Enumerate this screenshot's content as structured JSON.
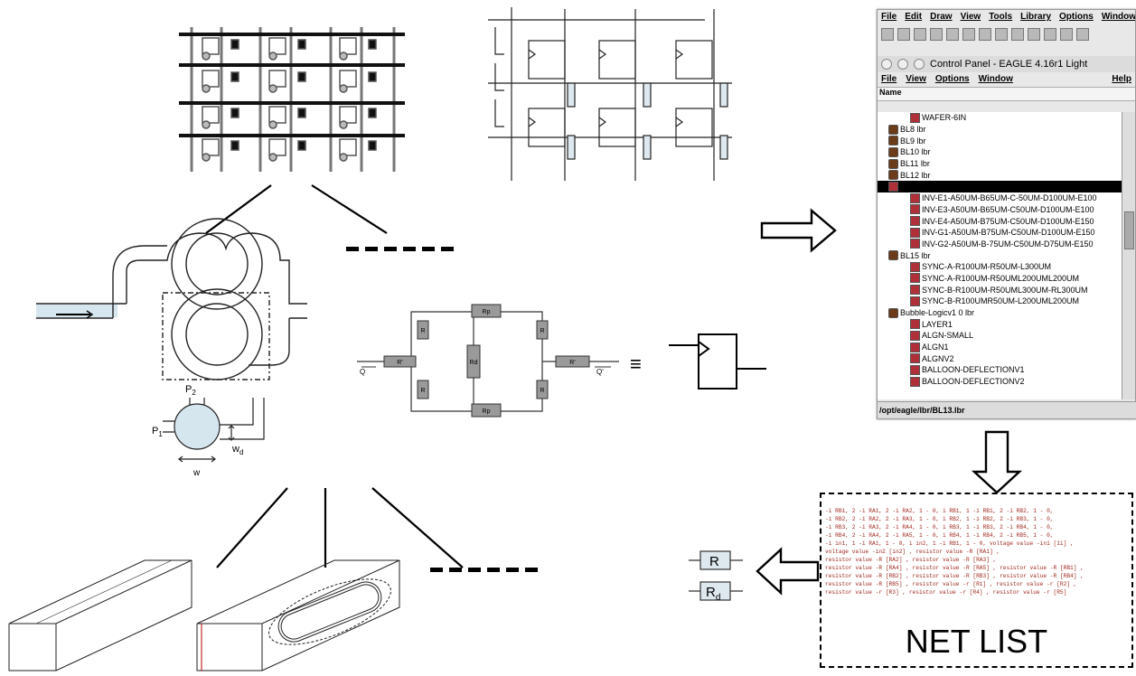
{
  "eagle": {
    "menu": [
      "File",
      "Edit",
      "Draw",
      "View",
      "Tools",
      "Library",
      "Options",
      "Window"
    ],
    "window_title": "Control Panel - EAGLE 4.16r1 Light",
    "panel_menu": [
      "File",
      "View",
      "Options",
      "Window"
    ],
    "help_label": "Help",
    "column_header": "Name",
    "tree": [
      {
        "label": "WAFER-6IN",
        "indent": 3,
        "type": "dev"
      },
      {
        "label": "BL8 lbr",
        "indent": 1,
        "type": "lib"
      },
      {
        "label": "BL9 lbr",
        "indent": 1,
        "type": "lib"
      },
      {
        "label": "BL10 lbr",
        "indent": 1,
        "type": "lib"
      },
      {
        "label": "BL11 lbr",
        "indent": 1,
        "type": "lib"
      },
      {
        "label": "BL12 lbr",
        "indent": 1,
        "type": "lib"
      },
      {
        "label": "",
        "indent": 1,
        "type": "sel"
      },
      {
        "label": "INV-E1-A50UM-B65UM-C-50UM-D100UM-E100",
        "indent": 3,
        "type": "dev"
      },
      {
        "label": "INV-E3-A50UM-B65UM-C50UM-D100UM-E100",
        "indent": 3,
        "type": "dev"
      },
      {
        "label": "INV-E4-A50UM-B75UM-C50UM-D100UM-E150",
        "indent": 3,
        "type": "dev"
      },
      {
        "label": "INV-G1-A50UM-B75UM-C50UM-D100UM-E150",
        "indent": 3,
        "type": "dev"
      },
      {
        "label": "INV-G2-A50UM-B-75UM-C50UM-D75UM-E150",
        "indent": 3,
        "type": "dev"
      },
      {
        "label": "BL15 lbr",
        "indent": 1,
        "type": "lib"
      },
      {
        "label": "SYNC-A-R100UM-R50UM-L300UM",
        "indent": 3,
        "type": "dev"
      },
      {
        "label": "SYNC-A-R100UM-R50UML200UML200UM",
        "indent": 3,
        "type": "dev"
      },
      {
        "label": "SYNC-B-R100UM-R50UML300UM-RL300UM",
        "indent": 3,
        "type": "dev"
      },
      {
        "label": "SYNC-B-R100UMR50UM-L200UML200UM",
        "indent": 3,
        "type": "dev"
      },
      {
        "label": "Bubble-Logicv1 0 lbr",
        "indent": 1,
        "type": "lib"
      },
      {
        "label": "LAYER1",
        "indent": 3,
        "type": "dev"
      },
      {
        "label": "ALGN-SMALL",
        "indent": 3,
        "type": "dev"
      },
      {
        "label": "ALGN1",
        "indent": 3,
        "type": "dev"
      },
      {
        "label": "ALGNV2",
        "indent": 3,
        "type": "dev"
      },
      {
        "label": "BALLOON-DEFLECTIONV1",
        "indent": 3,
        "type": "dev"
      },
      {
        "label": "BALLOON-DEFLECTIONV2",
        "indent": 3,
        "type": "dev"
      }
    ],
    "status_path": "/opt/eagle/lbr/BL13.lbr"
  },
  "netlist": {
    "title": "NET LIST",
    "lines": [
      "-i RB1, 2 -i RA1, 2 -i RA2, 1 - 0, i RB1, 1 -i RB1, 2 -i RB2, 1 - 0,",
      "-i RB2, 2 -i RA2, 2 -i RA3, 1 - 0, i RB2, 1 -i RB2, 2 -i RB3, 1 - 0,",
      "-i RB3, 2 -i RA3, 2 -i RA4, 1 - 0, i RB3, 1 -i RB3, 2 -i RB4, 1 - 0,",
      "-i RB4, 2 -i RA4, 2 -i RA5, 1 - 0, i RB4, 1 -i RB4, 2 -i RB5, 1 - 0,",
      "-i in1, 1 -i RA1, 1 - 0, i in2, 1 -i RB1, 1 - 0, voltage value -in1 [1i] ,",
      "voltage value -in2 [in2] , resistor value -R [RA1] ,",
      "resistor value -R [RA2] , resistor value -R [RA3] ,",
      "resistor value -R [RA4] , resistor value -R [RA5] , resistor value -R [RB1] ,",
      "resistor value -R [RB2] , resistor value -R [RB3] , resistor value -R [RB4] ,",
      "resistor value -R [RB5] , resistor value -r [R1] , resistor value -r [R2] ,",
      "resistor value -r [R3] , resistor value -r [R4] , resistor value -r [R5]"
    ]
  },
  "circuit": {
    "labels": {
      "R": "R",
      "Rd": "Rd",
      "Rp": "Rp",
      "Rprime": "R'",
      "Q": "Q",
      "Qprime": "Q'",
      "equiv": "≡"
    }
  },
  "droplet": {
    "p1": "P",
    "p1_sub": "1",
    "p2": "P",
    "p2_sub": "2",
    "w": "w",
    "wd": "w",
    "wd_sub": "d"
  },
  "legend": {
    "r": "R",
    "rd": "R",
    "rd_sub": "d"
  }
}
